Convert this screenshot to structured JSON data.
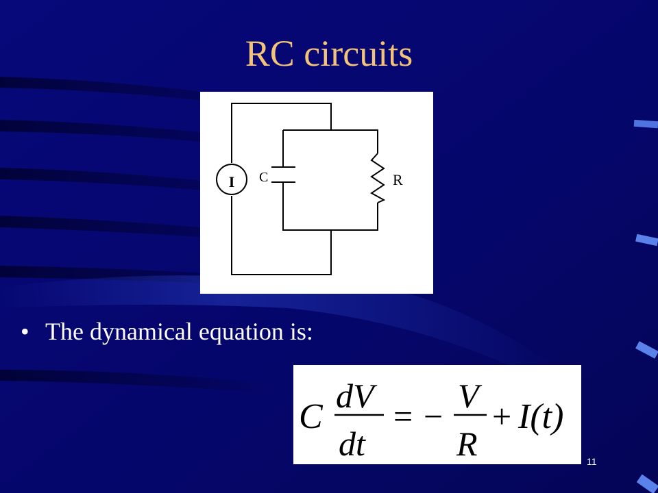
{
  "slide": {
    "title": "RC circuits",
    "bullet_char": "•",
    "bullet_text": "The dynamical equation is:",
    "slide_number": "11"
  },
  "circuit": {
    "source_label": "I",
    "capacitor_label": "C",
    "resistor_label": "R"
  },
  "equation": {
    "C": "C",
    "dV": "dV",
    "dt": "dt",
    "equals": "=",
    "minus": "−",
    "V": "V",
    "R": "R",
    "plus": "+",
    "It": "I(t)"
  },
  "colors": {
    "background": "#05066a",
    "title": "#f3c37a",
    "text": "#ffffff"
  }
}
